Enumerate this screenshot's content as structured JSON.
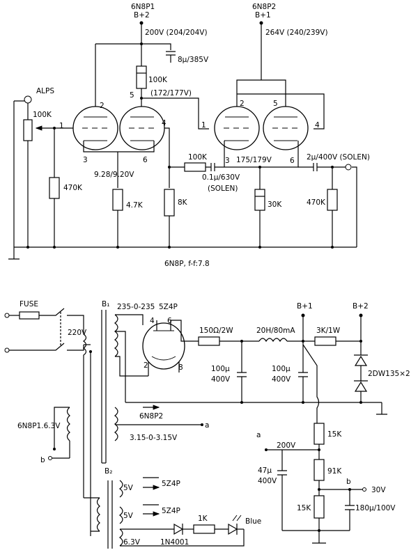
{
  "labels": {
    "tube1_name": "6N8P1",
    "tube1_supply": "B+2",
    "tube1_volt": "200V (204/204V)",
    "cap_8u": "8μ/385V",
    "r_100k_plate": "100K",
    "node5_volt": "(172/177V)",
    "tube2_name": "6N8P2",
    "tube2_supply": "B+1",
    "tube2_volt": "264V (240/239V)",
    "alps": "ALPS",
    "pot_100k": "100K",
    "r_470k_grid": "470K",
    "cathode_volt": "9.28/9.20V",
    "r_4k7": "4.7K",
    "r_8k": "8K",
    "r_100k_series": "100K",
    "cap_01": "0.1μ/630V",
    "solen1": "(SOLEN)",
    "out_volt": "175/179V",
    "cap_2u": "2μ/400V (SOLEN)",
    "r_30k": "30K",
    "r_470k_out": "470K",
    "tube_caption": "6N8P, f-f:7.8",
    "fuse": "FUSE",
    "mains": "220V",
    "b1": "B₁",
    "b1_secondary": "235-0-235",
    "rect_tube": "5Z4P",
    "r_150": "150Ω/2W",
    "choke": "20H/80mA",
    "r_3k": "3K/1W",
    "bplus1": "B+1",
    "bplus2": "B+2",
    "cap_100u_1a": "100μ",
    "cap_100u_1b": "400V",
    "cap_100u_2a": "100μ",
    "cap_100u_2b": "400V",
    "zener": "2DW135×2",
    "heater_label": "6N8P1.6.3V",
    "heater_b": "b",
    "winding_6n8p2": "6N8P2",
    "winding_a": "a",
    "winding_315": "3.15-0-3.15V",
    "r_15k_top": "15K",
    "node_a": "a",
    "node_200v": "200V",
    "cap_47u_a": "47μ",
    "cap_47u_b": "400V",
    "r_91k": "91K",
    "node_b": "b",
    "volt_30v": "30V",
    "r_15k_bot": "15K",
    "cap_180u": "180μ/100V",
    "b2": "B₂",
    "w5v_1": "5V",
    "w5v_1_to": "5Z4P",
    "w5v_2": "5V",
    "w5v_2_to": "5Z4P",
    "w63": "6.3V",
    "diode": "1N4001",
    "r_1k": "1K",
    "led": "Blue",
    "pin1": "1",
    "pin2": "2",
    "pin3": "3",
    "pin4": "4",
    "pin5": "5",
    "pin6": "6",
    "p2_1": "1",
    "p2_2": "2",
    "p2_3": "3",
    "p2_4": "4",
    "p2_5": "5",
    "p2_6": "6",
    "r_pin4": "4",
    "r_pin6": "6",
    "r_pin2": "2",
    "r_pin8": "8"
  }
}
